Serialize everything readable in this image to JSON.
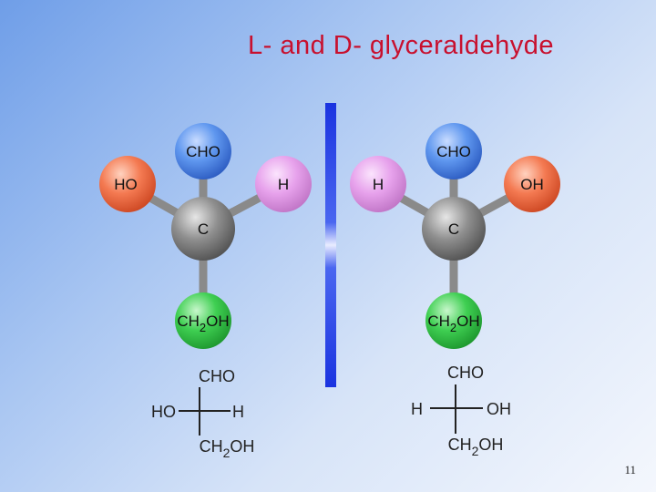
{
  "title": "L- and D- glyceraldehyde",
  "page_number": "11",
  "colors": {
    "title": "#c8102e",
    "aldehyde_atom": "#4f8bea",
    "hydroxyl_atom": "#f3734a",
    "hydrogen_atom": "#e9a4ee",
    "carbon_atom": "#8a8a8a",
    "ch2oh_atom": "#37c94a",
    "mirror": "#1a33e0"
  },
  "L_model": {
    "top": "CHO",
    "left": "HO",
    "right": "H",
    "center": "C",
    "bottom_main": "CH",
    "bottom_sub": "2",
    "bottom_tail": "OH"
  },
  "D_model": {
    "top": "CHO",
    "left": "H",
    "right": "OH",
    "center": "C",
    "bottom_main": "CH",
    "bottom_sub": "2",
    "bottom_tail": "OH"
  },
  "L_fischer": {
    "top": "CHO",
    "left": "HO",
    "right": "H",
    "bottom_main": "CH",
    "bottom_sub": "2",
    "bottom_tail": "OH"
  },
  "D_fischer": {
    "top": "CHO",
    "left": "H",
    "right": "OH",
    "bottom_main": "CH",
    "bottom_sub": "2",
    "bottom_tail": "OH"
  }
}
